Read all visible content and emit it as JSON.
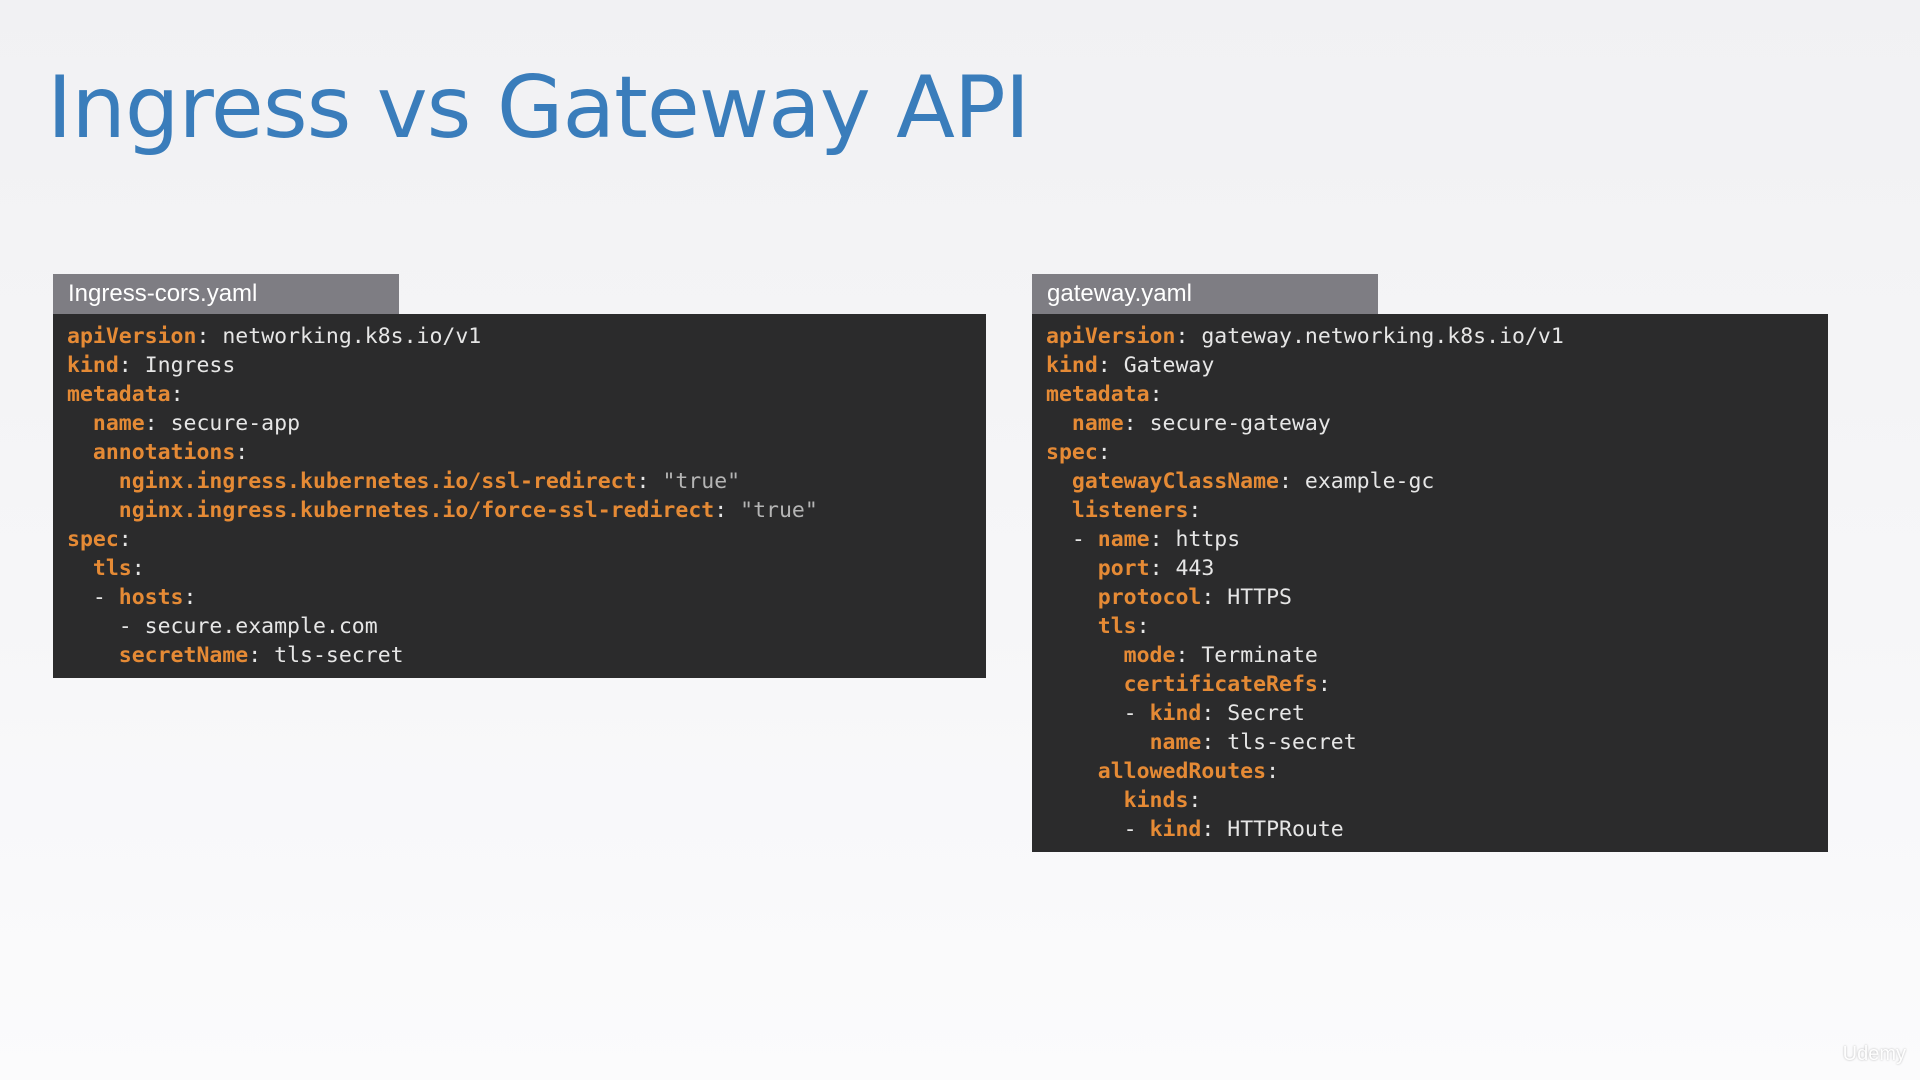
{
  "slide": {
    "title": "Ingress vs Gateway API"
  },
  "panels": [
    {
      "filename": "Ingress-cors.yaml",
      "lines": [
        {
          "indent": "",
          "key": "apiVersion",
          "value": "networking.k8s.io/v1"
        },
        {
          "indent": "",
          "key": "kind",
          "value": "Ingress"
        },
        {
          "indent": "",
          "key": "metadata",
          "value": ""
        },
        {
          "indent": "  ",
          "key": "name",
          "value": "secure-app"
        },
        {
          "indent": "  ",
          "key": "annotations",
          "value": ""
        },
        {
          "indent": "    ",
          "key": "nginx.ingress.kubernetes.io/ssl-redirect",
          "value": "\"true\"",
          "quoted": true
        },
        {
          "indent": "    ",
          "key": "nginx.ingress.kubernetes.io/force-ssl-redirect",
          "value": "\"true\"",
          "quoted": true
        },
        {
          "indent": "",
          "key": "spec",
          "value": ""
        },
        {
          "indent": "  ",
          "key": "tls",
          "value": ""
        },
        {
          "indent": "  - ",
          "key": "hosts",
          "value": ""
        },
        {
          "indent": "    - ",
          "key": "",
          "value": "secure.example.com"
        },
        {
          "indent": "    ",
          "key": "secretName",
          "value": "tls-secret"
        }
      ]
    },
    {
      "filename": "gateway.yaml",
      "lines": [
        {
          "indent": "",
          "key": "apiVersion",
          "value": "gateway.networking.k8s.io/v1"
        },
        {
          "indent": "",
          "key": "kind",
          "value": "Gateway"
        },
        {
          "indent": "",
          "key": "metadata",
          "value": ""
        },
        {
          "indent": "  ",
          "key": "name",
          "value": "secure-gateway"
        },
        {
          "indent": "",
          "key": "spec",
          "value": ""
        },
        {
          "indent": "  ",
          "key": "gatewayClassName",
          "value": "example-gc"
        },
        {
          "indent": "  ",
          "key": "listeners",
          "value": ""
        },
        {
          "indent": "  - ",
          "key": "name",
          "value": "https"
        },
        {
          "indent": "    ",
          "key": "port",
          "value": "443"
        },
        {
          "indent": "    ",
          "key": "protocol",
          "value": "HTTPS"
        },
        {
          "indent": "    ",
          "key": "tls",
          "value": ""
        },
        {
          "indent": "      ",
          "key": "mode",
          "value": "Terminate"
        },
        {
          "indent": "      ",
          "key": "certificateRefs",
          "value": ""
        },
        {
          "indent": "      - ",
          "key": "kind",
          "value": "Secret"
        },
        {
          "indent": "        ",
          "key": "name",
          "value": "tls-secret"
        },
        {
          "indent": "    ",
          "key": "allowedRoutes",
          "value": ""
        },
        {
          "indent": "      ",
          "key": "kinds",
          "value": ""
        },
        {
          "indent": "      - ",
          "key": "kind",
          "value": "HTTPRoute"
        }
      ]
    }
  ],
  "watermark": "Udemy",
  "colors": {
    "title": "#3a7dbb",
    "yaml_key": "#e58a35",
    "code_background": "#2b2b2c",
    "tab_background": "#7e7d83"
  }
}
